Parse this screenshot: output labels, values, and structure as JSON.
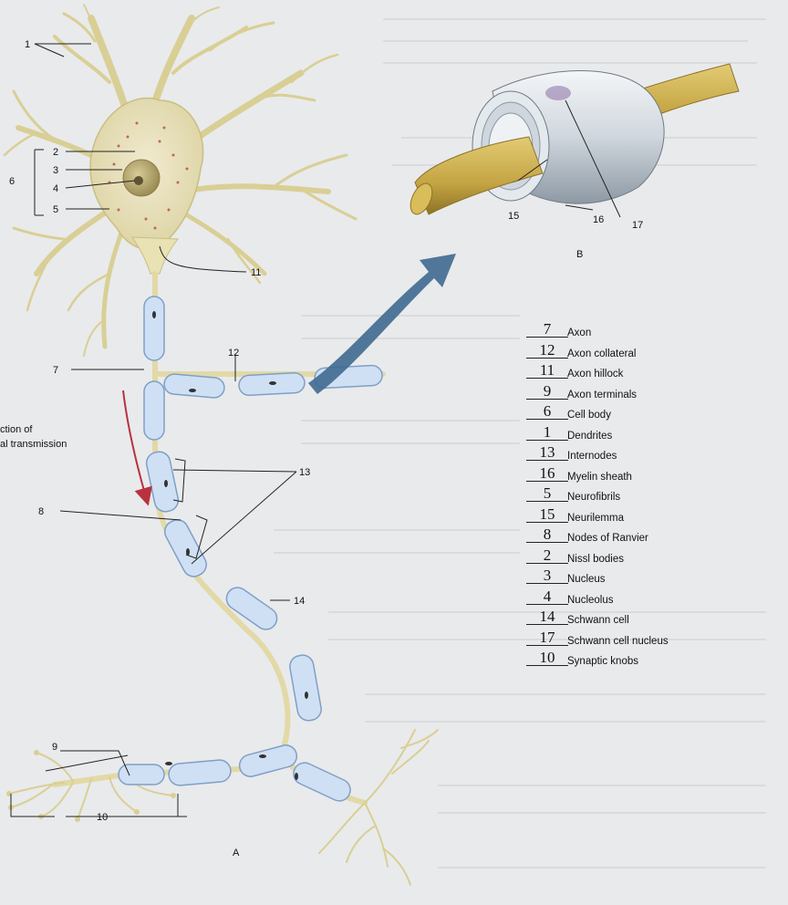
{
  "callouts": [
    "1",
    "2",
    "3",
    "4",
    "5",
    "6",
    "7",
    "8",
    "9",
    "10",
    "11",
    "12",
    "13",
    "14",
    "15",
    "16",
    "17"
  ],
  "figure_labels": {
    "a": "A",
    "b": "B"
  },
  "side_caption": {
    "line1": "ction of",
    "line2": "al transmission"
  },
  "key": [
    {
      "num": "7",
      "term": "Axon"
    },
    {
      "num": "12",
      "term": "Axon collateral"
    },
    {
      "num": "11",
      "term": "Axon hillock"
    },
    {
      "num": "9",
      "term": "Axon terminals"
    },
    {
      "num": "6",
      "term": "Cell body"
    },
    {
      "num": "1",
      "term": "Dendrites"
    },
    {
      "num": "13",
      "term": "Internodes"
    },
    {
      "num": "16",
      "term": "Myelin sheath"
    },
    {
      "num": "5",
      "term": "Neurofibrils"
    },
    {
      "num": "15",
      "term": "Neurilemma"
    },
    {
      "num": "8",
      "term": "Nodes of Ranvier"
    },
    {
      "num": "2",
      "term": "Nissl bodies"
    },
    {
      "num": "3",
      "term": "Nucleus"
    },
    {
      "num": "4",
      "term": "Nucleolus"
    },
    {
      "num": "14",
      "term": "Schwann cell"
    },
    {
      "num": "17",
      "term": "Schwann cell nucleus"
    },
    {
      "num": "10",
      "term": "Synaptic knobs"
    }
  ],
  "colors": {
    "neuron_fill": "#e8e2b4",
    "neuron_stroke": "#c9bf80",
    "myelin_fill": "#cfe0f4",
    "myelin_stroke": "#7f9fc6",
    "axon_gold": "#c8a94a",
    "arrow_blue": "#3f6a90",
    "arrow_red": "#b83240",
    "nucleus": "#a99a62"
  }
}
